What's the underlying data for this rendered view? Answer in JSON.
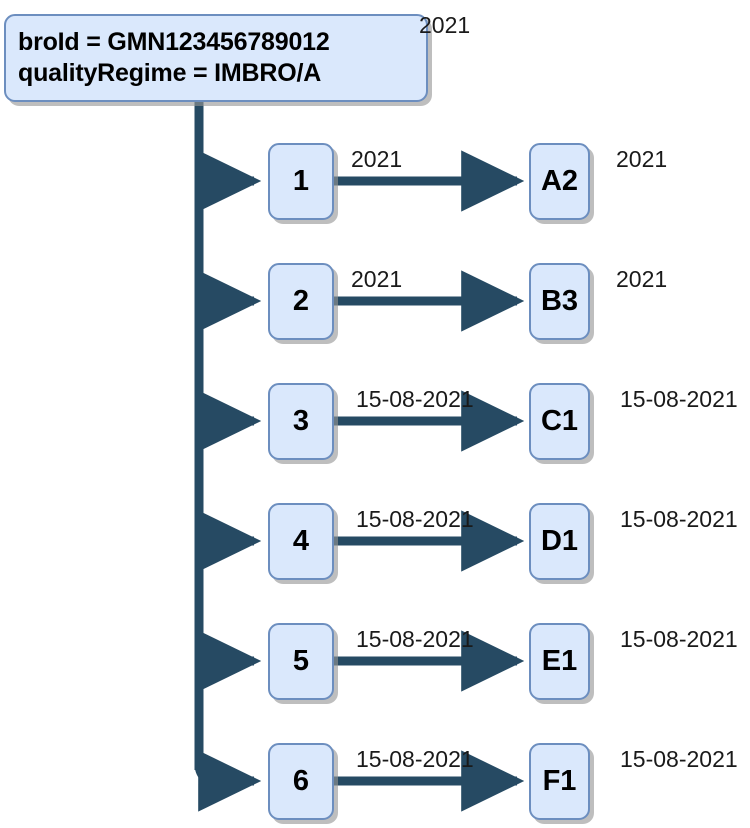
{
  "diagram": {
    "title_lines": [
      "broId = GMN123456789012",
      "qualityRegime = IMBRO/A"
    ],
    "root_annotation": "2021",
    "colors": {
      "node_fill": "#dae8fc",
      "node_border": "#6c8ebf",
      "connector": "#264a63",
      "text": "#000000",
      "background": "#ffffff"
    },
    "rows": [
      {
        "left_label": "1",
        "right_label": "A2",
        "edge_label": "2021",
        "right_annotation": "2021"
      },
      {
        "left_label": "2",
        "right_label": "B3",
        "edge_label": "2021",
        "right_annotation": "2021"
      },
      {
        "left_label": "3",
        "right_label": "C1",
        "edge_label": "15-08-2021",
        "right_annotation": "15-08-2021"
      },
      {
        "left_label": "4",
        "right_label": "D1",
        "edge_label": "15-08-2021",
        "right_annotation": "15-08-2021"
      },
      {
        "left_label": "5",
        "right_label": "E1",
        "edge_label": "15-08-2021",
        "right_annotation": "15-08-2021"
      },
      {
        "left_label": "6",
        "right_label": "F1",
        "edge_label": "15-08-2021",
        "right_annotation": "15-08-2021"
      }
    ]
  }
}
